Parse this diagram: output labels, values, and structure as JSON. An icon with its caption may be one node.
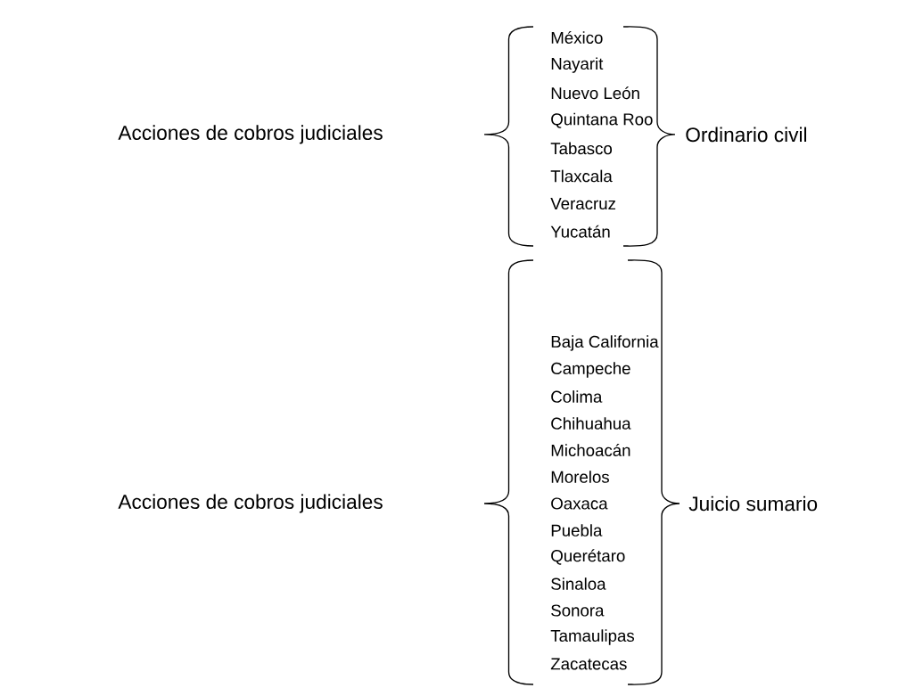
{
  "diagram": {
    "labels": [
      "Acciones de cobros judiciales",
      "México",
      "Nayarit",
      "Nuevo León",
      "Quintana Roo",
      "Tabasco",
      "Tlaxcala",
      "Veracruz",
      "Yucatán",
      "Ordinario civil",
      "Acciones de cobros judiciales",
      "Baja California",
      "Campeche",
      "Colima",
      "Chihuahua",
      "Michoacán",
      "Morelos",
      "Oaxaca",
      "Puebla",
      "Querétaro",
      "Sinaloa",
      "Sonora",
      "Tamaulipas",
      "Zacatecas",
      "Juicio sumario"
    ]
  }
}
